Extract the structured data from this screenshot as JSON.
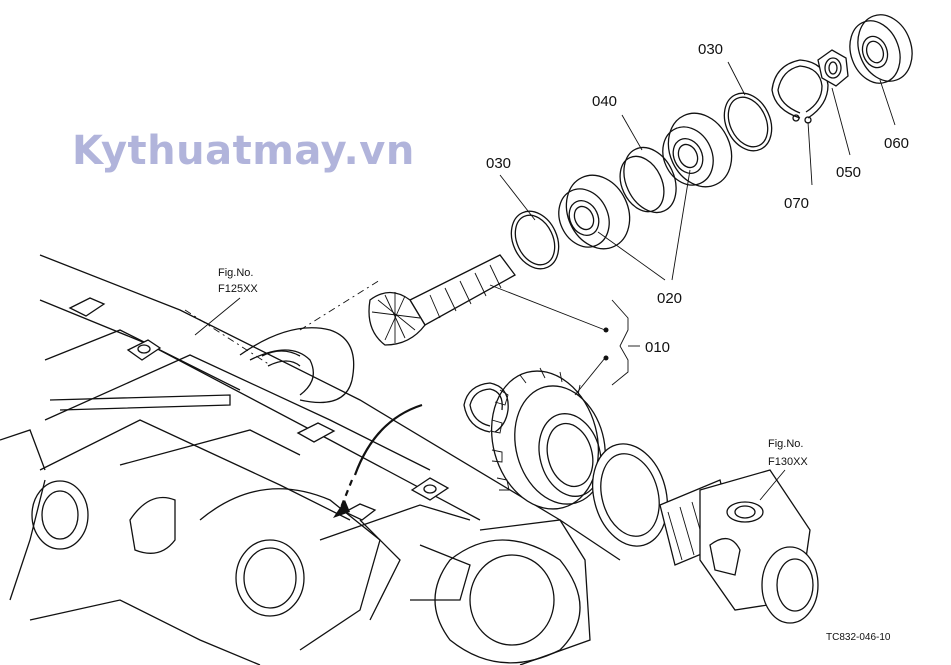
{
  "watermark": "Kythuatmay.vn",
  "callouts": {
    "p030_left": "030",
    "p030_right": "030",
    "p040": "040",
    "p020": "020",
    "p010": "010",
    "p050": "050",
    "p060": "060",
    "p070": "070"
  },
  "fig_refs": {
    "left_title": "Fig.No.",
    "left_number": "F125XX",
    "right_title": "Fig.No.",
    "right_number": "F130XX"
  },
  "drawing_code": "TC832-046-10"
}
